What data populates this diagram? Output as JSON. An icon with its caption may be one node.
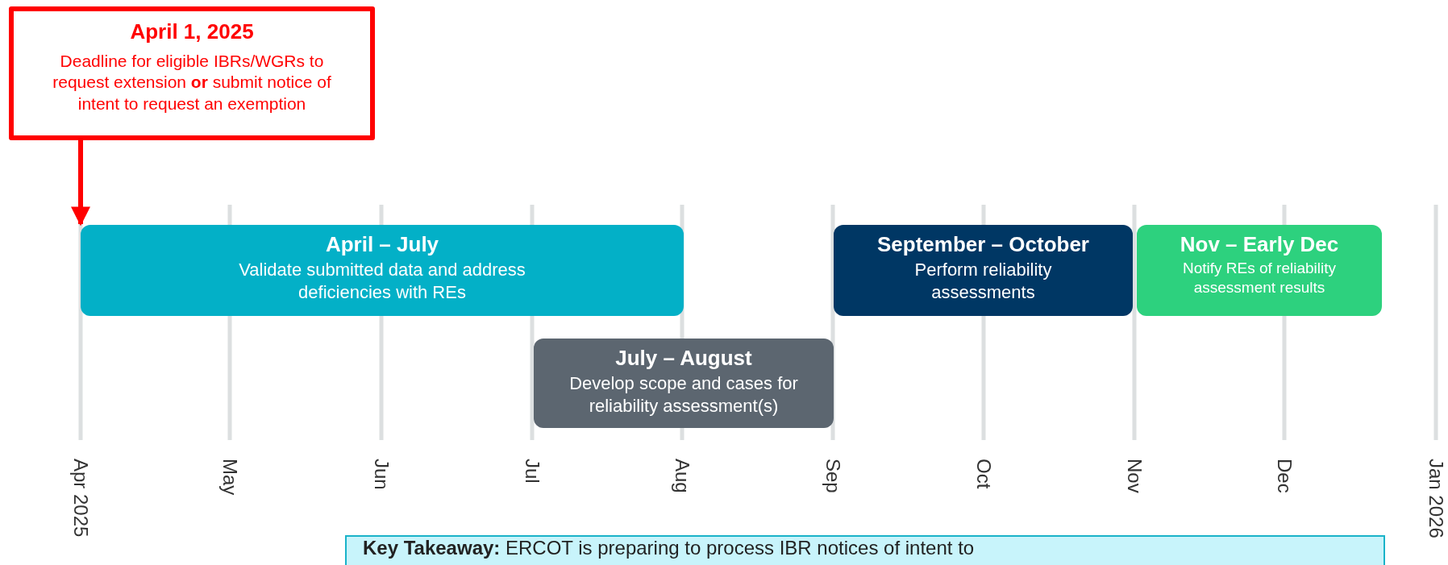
{
  "diagram": {
    "nodes": [
      {
        "text": [
          "April 1, 2025",
          "Deadline for eligible IBRs/WGRs to request extension **or** submit notice of intent to request an exemption"
        ]
      },
      {
        "text": [
          "April – July",
          "Validate submitted data and address deficiencies with REs"
        ]
      },
      {
        "text": [
          "July – August",
          "Develop scope and cases for reliability assessment(s)"
        ]
      },
      {
        "text": [
          "September – October",
          "Perform reliability assessments"
        ]
      },
      {
        "text": [
          "Nov – Early Dec",
          "Notify REs of reliability assessment results"
        ]
      },
      {
        "text": [
          "**Key Takeaway:** ERCOT is preparing to process IBR notices of intent to"
        ]
      }
    ],
    "edges": [
      {
        "from": 0,
        "to": 1,
        "arrow": "to",
        "color": "#ff0000"
      }
    ],
    "labels": [
      "Apr 2025",
      "May",
      "Jun",
      "Jul",
      "Aug",
      "Sep",
      "Oct",
      "Nov",
      "Dec",
      "Jan 2026"
    ]
  }
}
